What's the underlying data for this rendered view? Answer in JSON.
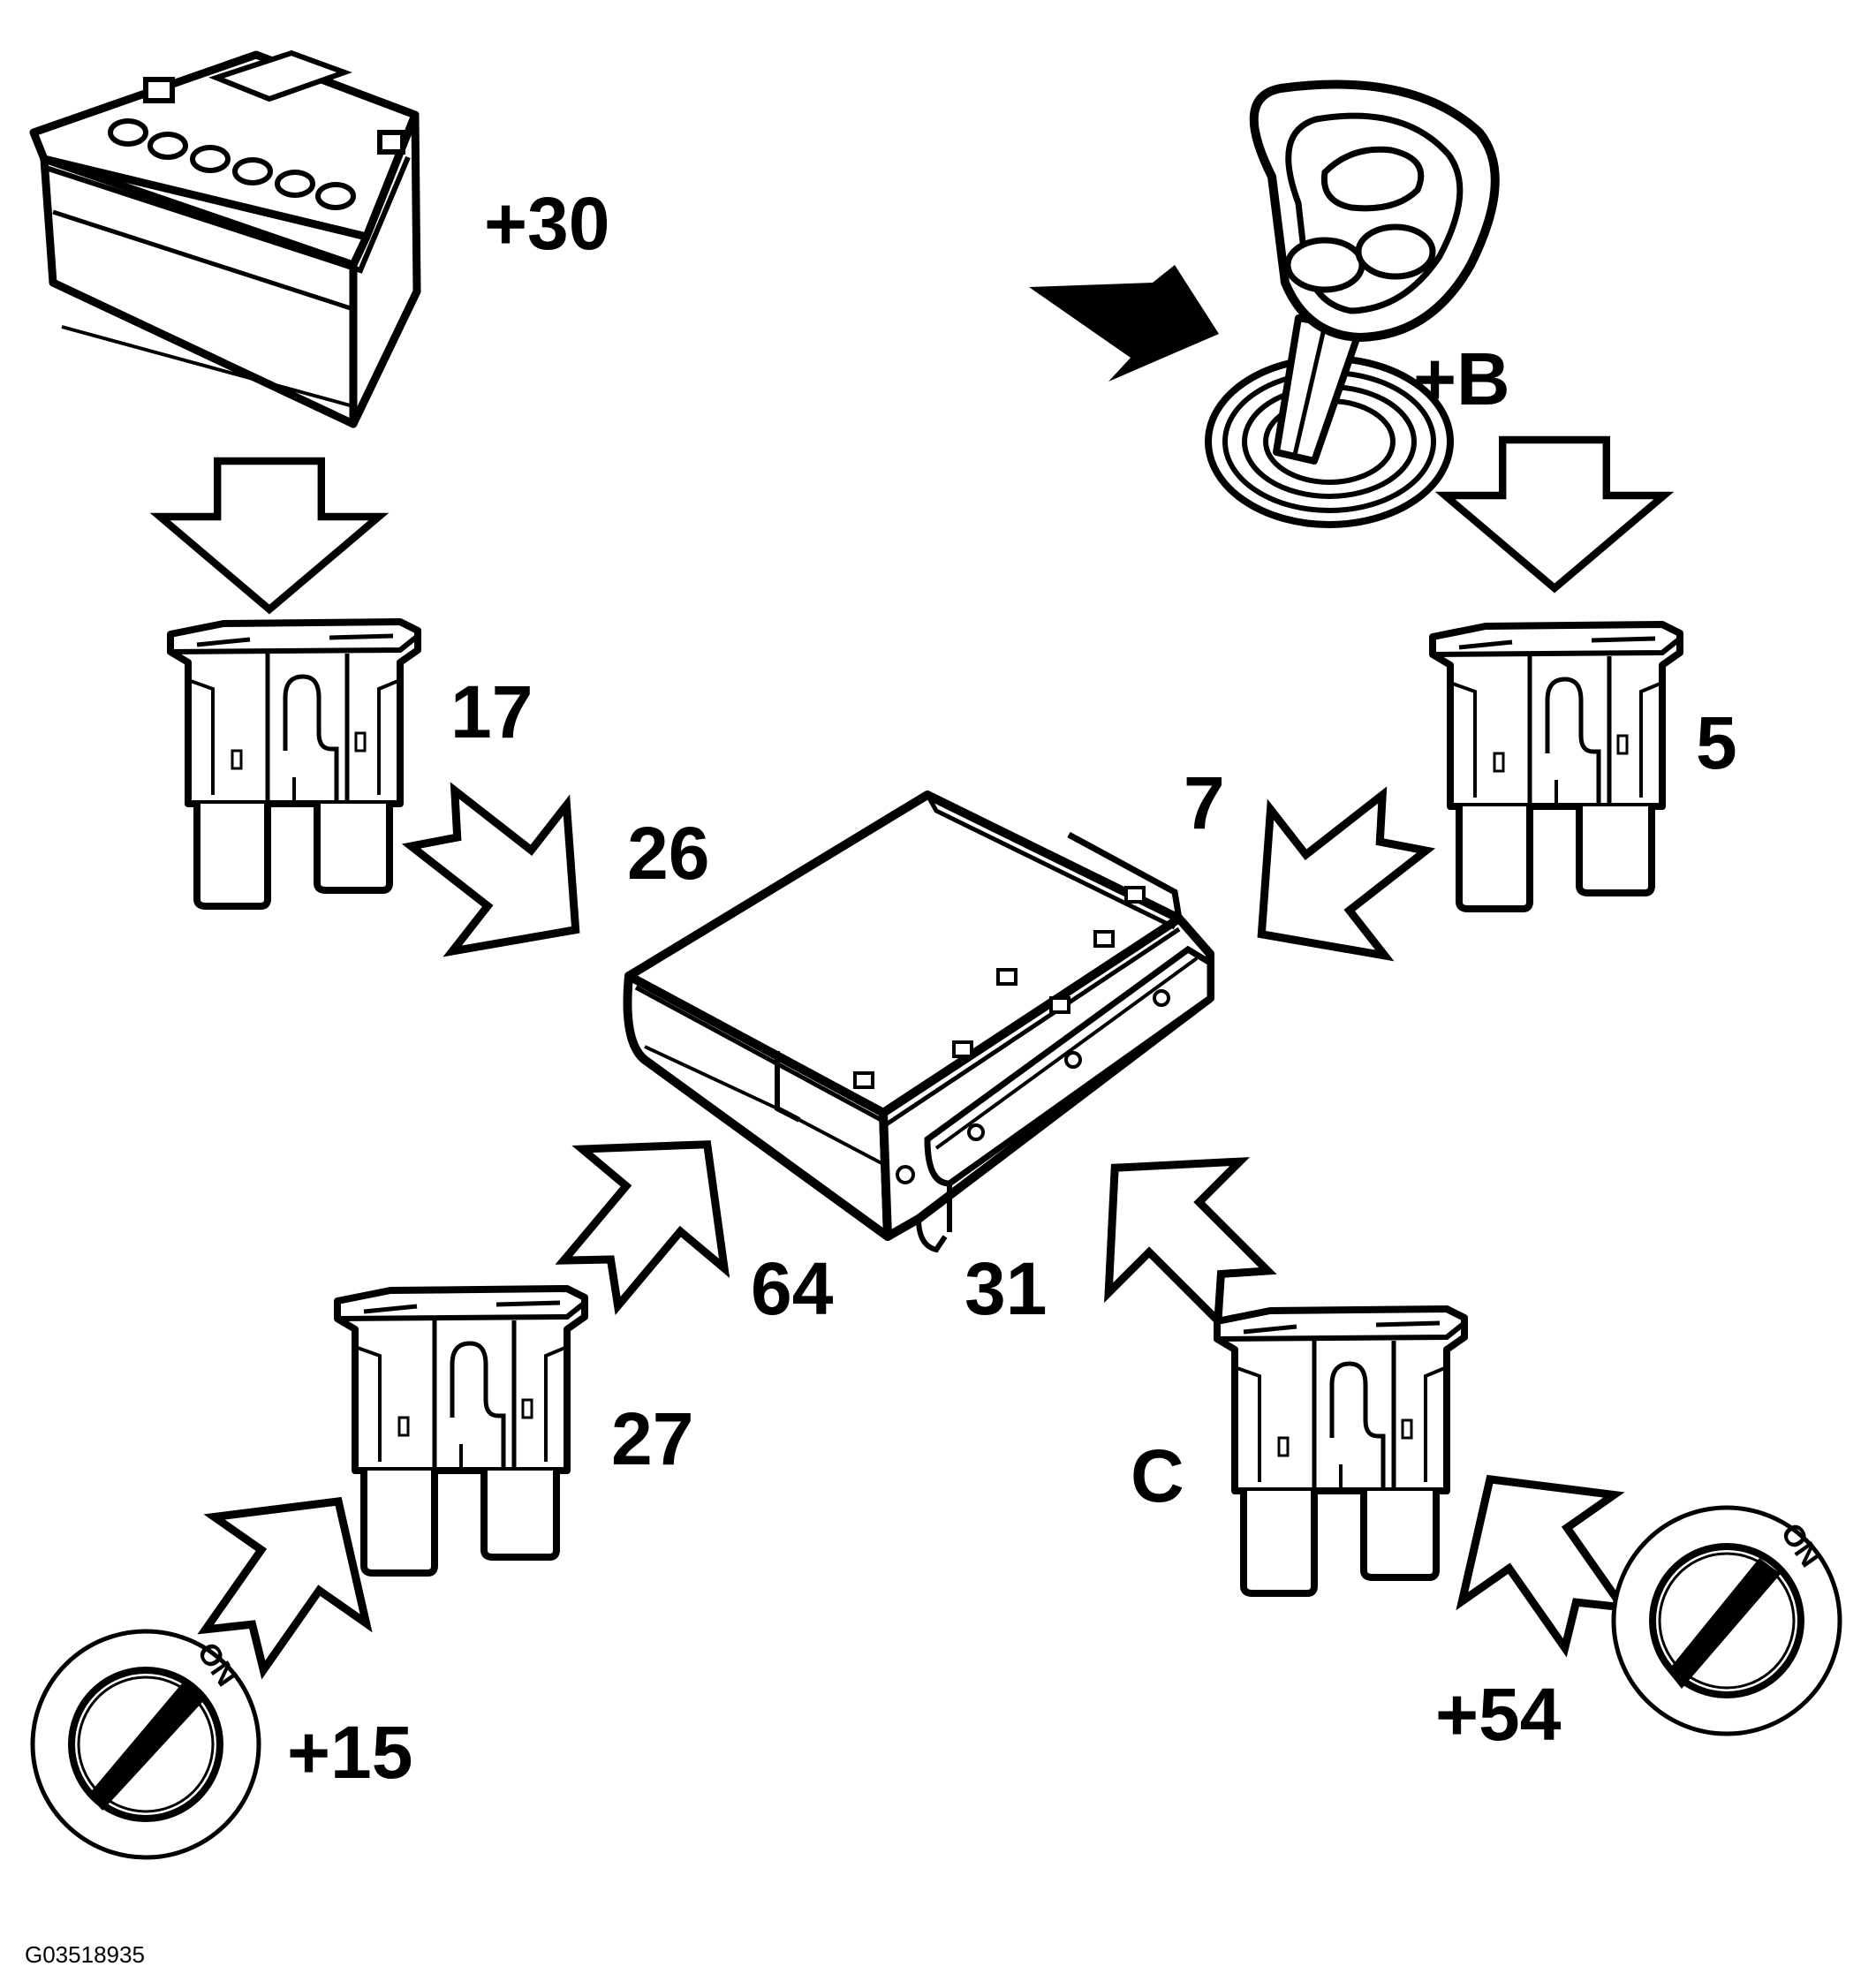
{
  "diagram": {
    "figure_code": "G03518935",
    "sources": {
      "battery": {
        "label": "+30"
      },
      "key": {
        "label": "+B"
      },
      "ignition_on": {
        "label": "+15",
        "switch_text": "ON"
      },
      "start": {
        "label": "+54",
        "switch_text": "ON"
      }
    },
    "fuses": {
      "top_left": {
        "label": "17"
      },
      "top_right": {
        "label": "5"
      },
      "bottom_left": {
        "label": "27"
      },
      "bottom_right": {
        "label": "C"
      }
    },
    "module_pins": {
      "upper_left": "26",
      "upper_right": "7",
      "lower_left": "64",
      "lower_right": "31"
    }
  }
}
